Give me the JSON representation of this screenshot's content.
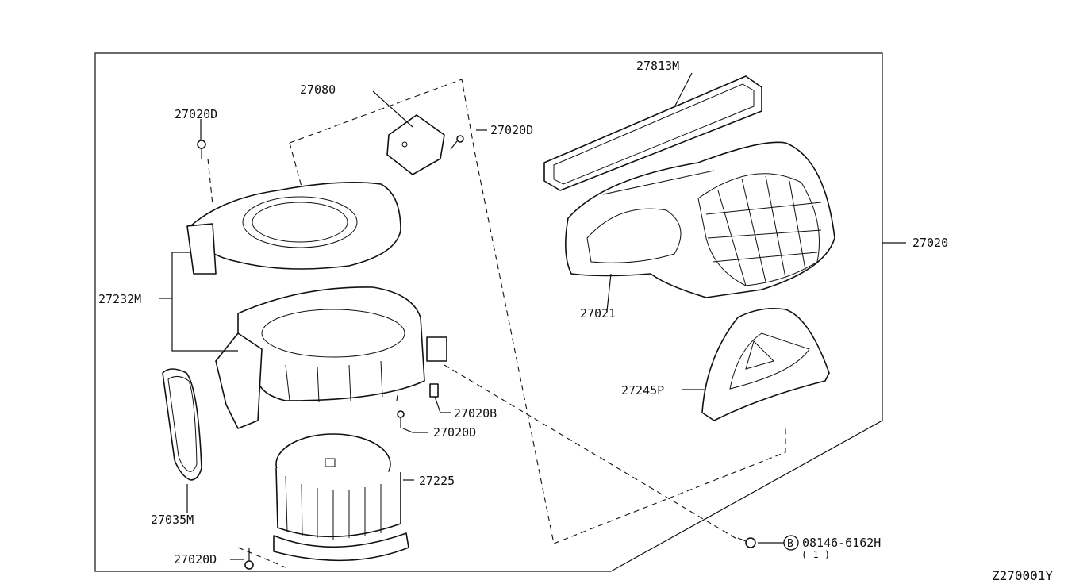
{
  "parts": {
    "p27813m": "27813M",
    "p27080": "27080",
    "p27020d_top": "27020D",
    "p27020d_right": "27020D",
    "p27020": "27020",
    "p27232m": "27232M",
    "p27021": "27021",
    "p27245p": "27245P",
    "p27020b": "27020B",
    "p27020d_mid": "27020D",
    "p27225": "27225",
    "p27035m": "27035M",
    "p27020d_bottom": "27020D",
    "bolt_code": "08146-6162H",
    "bolt_qty": "( 1 )",
    "bolt_mark": "B"
  },
  "diagram_id": "Z270001Y"
}
